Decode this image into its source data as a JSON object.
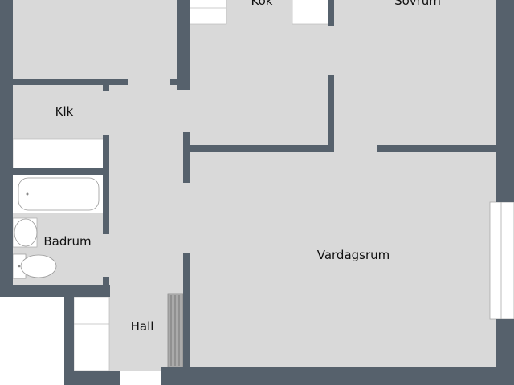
{
  "colors": {
    "wall": "#56616c",
    "floor": "#d9d9d9",
    "fixture": "#ffffff"
  },
  "rooms": [
    {
      "id": "kok",
      "label": "Kök"
    },
    {
      "id": "sovrum",
      "label": "Sovrum"
    },
    {
      "id": "klk",
      "label": "Klk"
    },
    {
      "id": "badrum",
      "label": "Badrum"
    },
    {
      "id": "vardagsrum",
      "label": "Vardagsrum"
    },
    {
      "id": "hall",
      "label": "Hall"
    }
  ]
}
